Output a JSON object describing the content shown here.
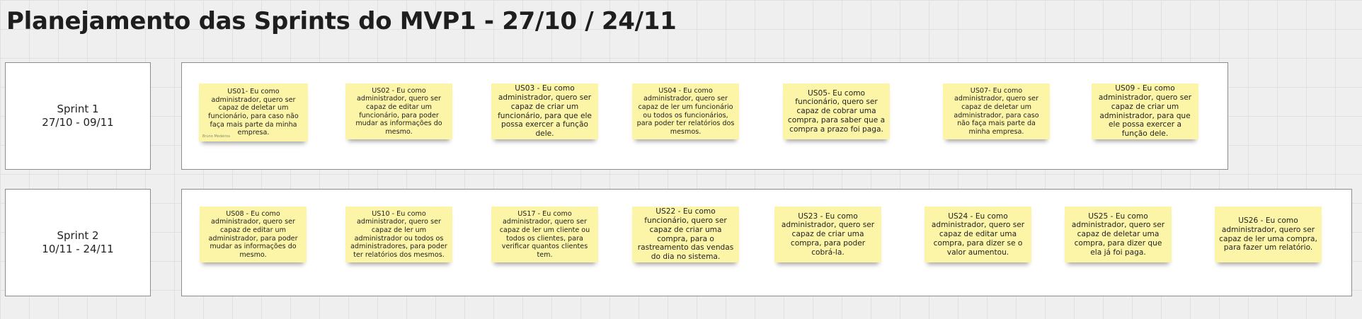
{
  "board": {
    "title": "Planejamento das Sprints do MVP1 - 27/10 / 24/11"
  },
  "sprints": [
    {
      "name": "Sprint 1",
      "dates": "27/10 - 09/11",
      "stories": [
        {
          "text": "US01- Eu como administrador, quero ser capaz de deletar um funcionário, para caso não faça mais parte da minha empresa.",
          "author": "Bruno Medeiros"
        },
        {
          "text": "US02 - Eu como administrador, quero ser capaz de editar um funcionário, para poder mudar as informações do mesmo."
        },
        {
          "text": "US03 -  Eu como administrador, quero ser capaz de criar um funcionário, para que ele possa exercer a função dele."
        },
        {
          "text": "US04 - Eu como administrador, quero ser capaz de ler um funcionário ou todos os funcionários, para poder ter relatórios dos mesmos."
        },
        {
          "text": "US05- Eu como funcionário, quero ser capaz de cobrar uma compra, para saber que a compra a prazo foi paga."
        },
        {
          "text": "US07- Eu como administrador, quero ser capaz de deletar um administrador, para caso não faça mais parte da minha empresa."
        },
        {
          "text": "US09 -  Eu como administrador, quero ser capaz de criar um administrador, para que ele possa exercer a função dele."
        }
      ]
    },
    {
      "name": "Sprint 2",
      "dates": "10/11 - 24/11",
      "stories": [
        {
          "text": "US08 - Eu como administrador, quero ser capaz de editar um administrador, para poder mudar as informações do mesmo."
        },
        {
          "text": "US10 - Eu como administrador, quero ser capaz de ler um administrador ou todos os administradores, para poder ter relatórios dos mesmos."
        },
        {
          "text": "US17 - Eu como administrador, quero ser capaz de ler um cliente ou todos os clientes, para verificar quantos clientes tem."
        },
        {
          "text": "US22 - Eu como funcionário, quero ser capaz de criar uma compra, para o rastreamento das vendas do dia no sistema."
        },
        {
          "text": "US23 - Eu como administrador, quero ser capaz de criar uma compra, para poder cobrá-la."
        },
        {
          "text": "US24 - Eu como administrador, quero ser capaz de editar uma compra, para dizer se o valor aumentou."
        },
        {
          "text": "US25 - Eu como administrador, quero ser capaz de deletar uma compra, para dizer que ela já foi paga."
        },
        {
          "text": "US26 - Eu como administrador, quero ser capaz de ler uma compra, para fazer um relatório."
        }
      ]
    }
  ],
  "colors": {
    "sticky": "#fcf5a7",
    "frame_border": "#8c8c8c",
    "canvas": "#efefef"
  }
}
